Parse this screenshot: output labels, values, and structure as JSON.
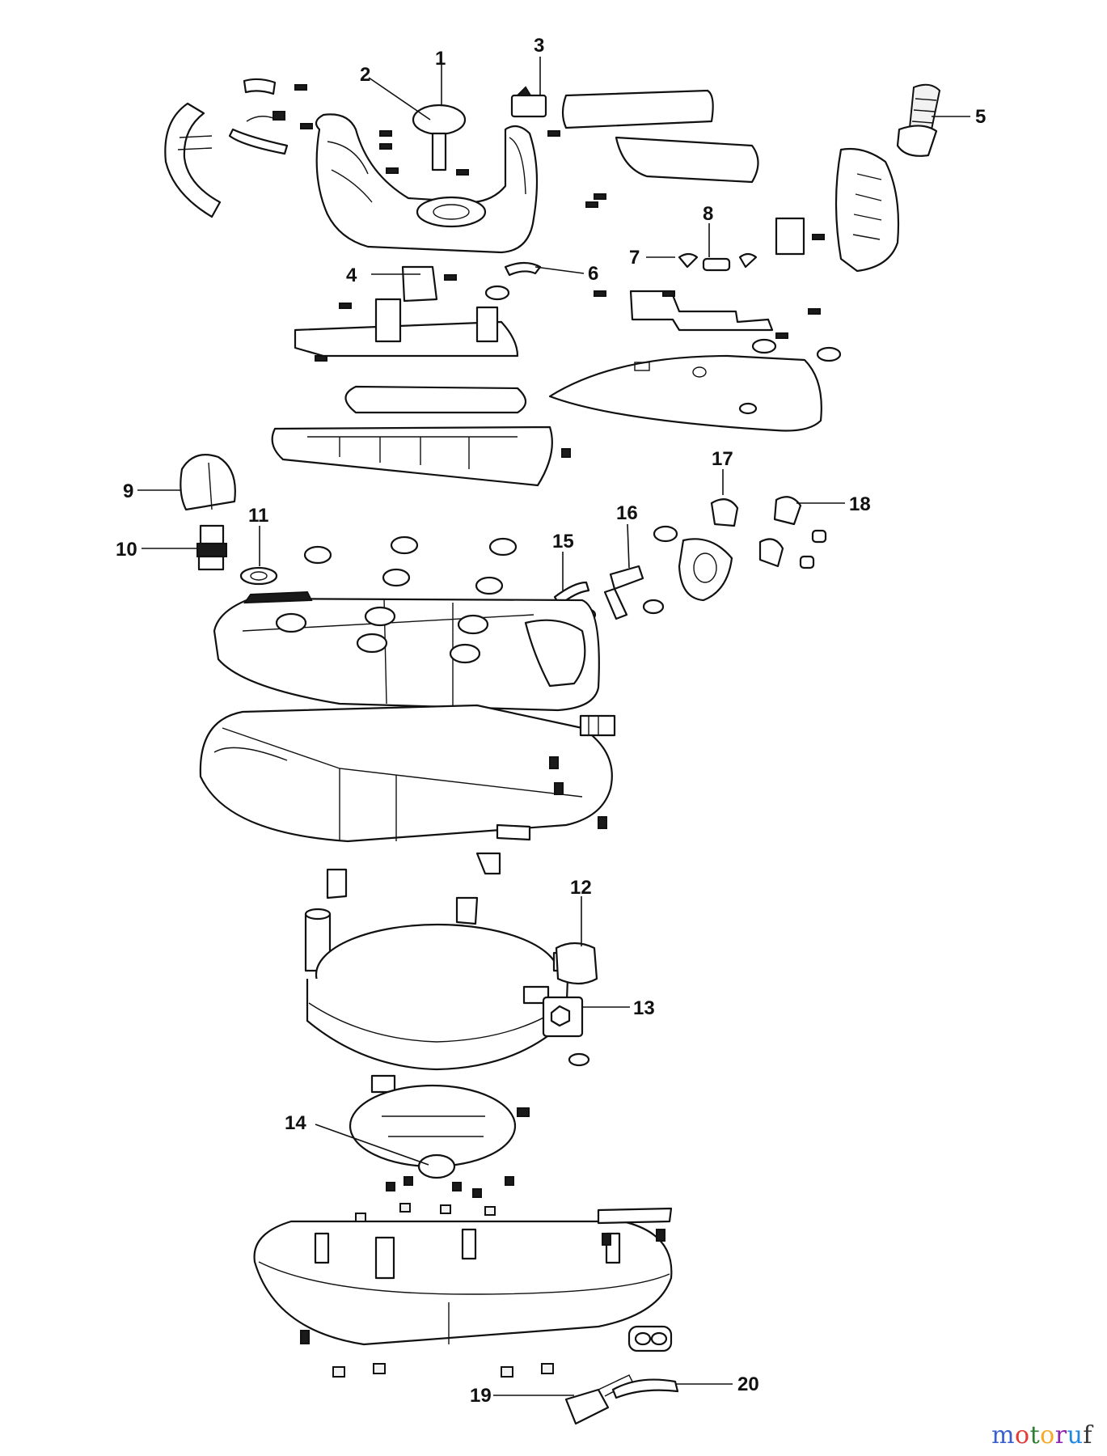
{
  "callouts": [
    "1",
    "2",
    "3",
    "4",
    "5",
    "6",
    "7",
    "8",
    "9",
    "10",
    "11",
    "12",
    "13",
    "14",
    "15",
    "16",
    "17",
    "18",
    "19",
    "20"
  ],
  "watermark": {
    "text": "motoruf",
    "letter_colors": [
      "#3a5fcd",
      "#e53935",
      "#2e7d32",
      "#f9a825",
      "#8e24aa",
      "#1e88e5",
      "#333333"
    ]
  }
}
